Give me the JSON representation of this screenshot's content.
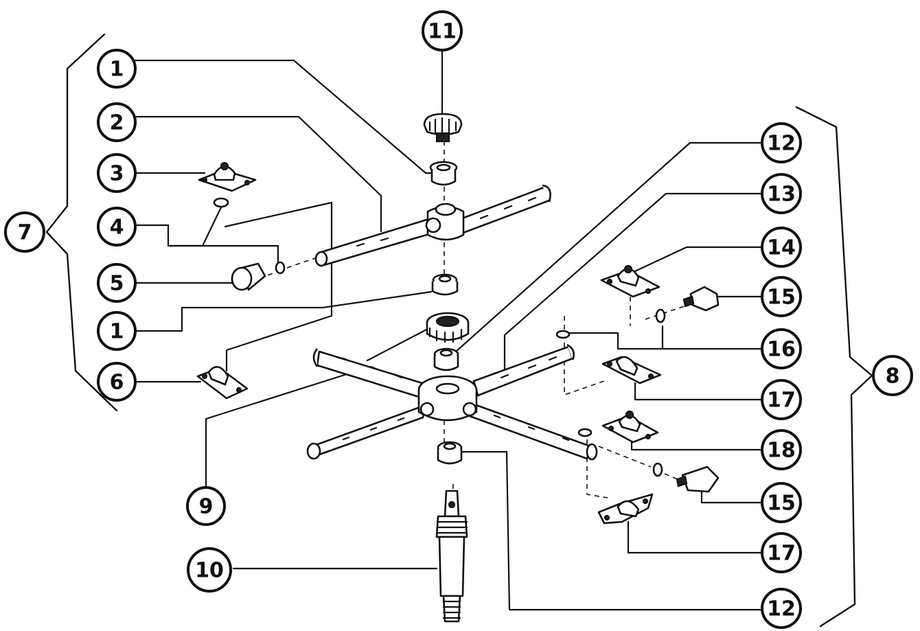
{
  "callouts": [
    {
      "id": "c11",
      "label": "11"
    },
    {
      "id": "c1a",
      "label": "1"
    },
    {
      "id": "c2",
      "label": "2"
    },
    {
      "id": "c3",
      "label": "3"
    },
    {
      "id": "c4",
      "label": "4"
    },
    {
      "id": "c5",
      "label": "5"
    },
    {
      "id": "c1b",
      "label": "1"
    },
    {
      "id": "c6",
      "label": "6"
    },
    {
      "id": "c7",
      "label": "7"
    },
    {
      "id": "c9",
      "label": "9"
    },
    {
      "id": "c10",
      "label": "10"
    },
    {
      "id": "c12a",
      "label": "12"
    },
    {
      "id": "c13",
      "label": "13"
    },
    {
      "id": "c14",
      "label": "14"
    },
    {
      "id": "c15a",
      "label": "15"
    },
    {
      "id": "c16",
      "label": "16"
    },
    {
      "id": "c17a",
      "label": "17"
    },
    {
      "id": "c18",
      "label": "18"
    },
    {
      "id": "c15b",
      "label": "15"
    },
    {
      "id": "c17b",
      "label": "17"
    },
    {
      "id": "c12b",
      "label": "12"
    },
    {
      "id": "c8",
      "label": "8"
    }
  ],
  "colors": {
    "ink": "#111111",
    "paper": "#ffffff"
  }
}
